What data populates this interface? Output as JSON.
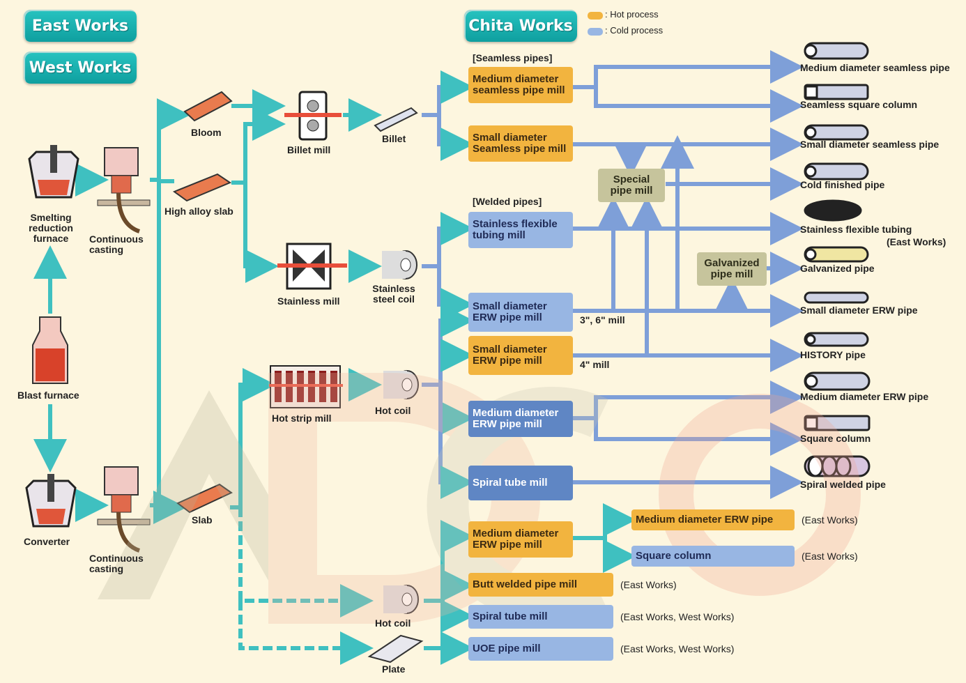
{
  "works": {
    "east": "East Works",
    "west": "West Works",
    "chita": "Chita Works"
  },
  "legend": {
    "hot": ": Hot process",
    "cold": ": Cold process",
    "hot_color": "#f2b43f",
    "cold_color": "#98b6e3"
  },
  "sections": {
    "seamless": "[Seamless pipes]",
    "welded": "[Welded pipes]"
  },
  "upstream": {
    "smelting": "Smelting reduction furnace",
    "blast": "Blast furnace",
    "converter": "Converter",
    "cc1": "Continuous casting",
    "cc2": "Continuous casting",
    "bloom": "Bloom",
    "high_alloy": "High alloy slab",
    "slab": "Slab",
    "billet_mill": "Billet mill",
    "billet": "Billet",
    "stainless_mill": "Stainless mill",
    "stainless_coil": "Stainless steel coil",
    "hot_strip": "Hot strip mill",
    "hot_coil1": "Hot coil",
    "hot_coil2": "Hot coil",
    "plate": "Plate"
  },
  "mills": {
    "m1": "Medium diameter seamless pipe mill",
    "m2": "Small diameter Seamless pipe mill",
    "m3": "Stainless flexible tubing mill",
    "m4": "Small diameter ERW pipe mill",
    "m5": "Small diameter ERW pipe mill",
    "m6": "Medium diameter ERW pipe mill",
    "m7": "Spiral tube mill",
    "m8": "Medium diameter ERW pipe mill",
    "m9": "Butt welded pipe mill",
    "m10": "Spiral tube mill",
    "m11": "UOE pipe mill",
    "special": "Special pipe mill",
    "galv": "Galvanized pipe mill",
    "size1": "3\", 6\" mill",
    "size2": "4\" mill"
  },
  "products": {
    "p1": "Medium diameter seamless pipe",
    "p2": "Seamless square column",
    "p3": "Small diameter seamless pipe",
    "p4": "Cold finished pipe",
    "p5": "Stainless flexible tubing",
    "p5n": "(East Works)",
    "p6": "Galvanized pipe",
    "p7": "Small diameter ERW pipe",
    "p8": "HISTORY pipe",
    "p9": "Medium diameter ERW pipe",
    "p10": "Square column",
    "p11": "Spiral welded pipe",
    "b1": "Medium   diameter ERW pipe",
    "b2": "Square    column"
  },
  "notes": {
    "n1": "(East Works)",
    "n2": "(East Works)",
    "n3": "(East Works)",
    "n4": "(East Works,    West Works)",
    "n5": "(East Works,    West Works)"
  }
}
